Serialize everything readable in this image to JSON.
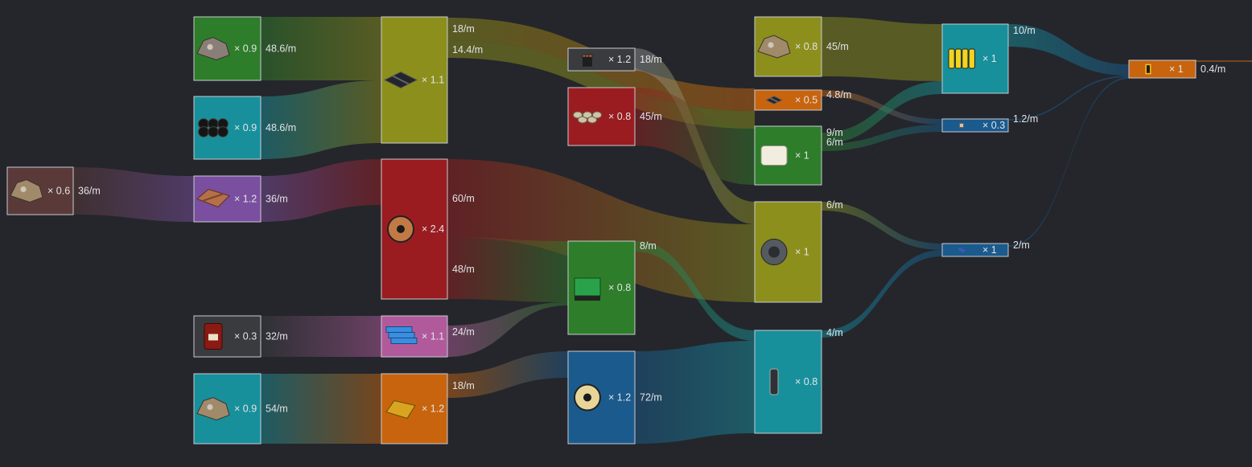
{
  "nodes": [
    {
      "id": "raw-ore-far",
      "multiplier": "× 0.6",
      "rate": "36/m",
      "color": "#5a3a38",
      "icon": "ore-chunk-icon"
    },
    {
      "id": "stone",
      "multiplier": "× 0.9",
      "rate": "48.6/m",
      "color": "#2e7d2a",
      "icon": "stone-icon"
    },
    {
      "id": "coal",
      "multiplier": "× 0.9",
      "rate": "48.6/m",
      "color": "#17909c",
      "icon": "coal-icon"
    },
    {
      "id": "copper-ingot",
      "multiplier": "× 1.2",
      "rate": "36/m",
      "color": "#7a4fa0",
      "icon": "copper-ingot-icon"
    },
    {
      "id": "oil-barrel",
      "multiplier": "× 0.3",
      "rate": "32/m",
      "color": "#3a3b3f",
      "icon": "barrel-icon"
    },
    {
      "id": "gold-ore",
      "multiplier": "× 0.9",
      "rate": "54/m",
      "color": "#17909c",
      "icon": "ore-chunk-icon"
    },
    {
      "id": "steel-beams",
      "multiplier": "× 1.1",
      "rate": "",
      "color": "#8c8f1c",
      "icon": "beam-icon"
    },
    {
      "id": "copper-wire",
      "multiplier": "× 2.4",
      "rate": "",
      "color": "#9a1c20",
      "icon": "wire-spool-icon"
    },
    {
      "id": "plastic",
      "multiplier": "× 1.1",
      "rate": "",
      "color": "#b05a9c",
      "icon": "plastic-icon"
    },
    {
      "id": "gold-bar",
      "multiplier": "× 1.2",
      "rate": "",
      "color": "#c8640e",
      "icon": "gold-bar-icon"
    },
    {
      "id": "pipes",
      "multiplier": "× 1.2",
      "rate": "18/m",
      "color": "#3a3b3f",
      "icon": "pipe-icon"
    },
    {
      "id": "rocks",
      "multiplier": "× 0.8",
      "rate": "45/m",
      "color": "#9a1c20",
      "icon": "rocks-icon"
    },
    {
      "id": "circuit",
      "multiplier": "× 0.8",
      "rate": "",
      "color": "#2e7d2a",
      "icon": "circuit-board-icon"
    },
    {
      "id": "cable",
      "multiplier": "× 1.2",
      "rate": "72/m",
      "color": "#1b5a8c",
      "icon": "cable-spool-icon"
    },
    {
      "id": "green-ore",
      "multiplier": "× 0.8",
      "rate": "45/m",
      "color": "#8c8f1c",
      "icon": "ore-chunk-icon"
    },
    {
      "id": "ingots-dark",
      "multiplier": "× 0.5",
      "rate": "",
      "color": "#c8640e",
      "icon": "beam-icon"
    },
    {
      "id": "silicon",
      "multiplier": "× 1",
      "rate": "",
      "color": "#2e7d2a",
      "icon": "silicon-block-icon"
    },
    {
      "id": "stator",
      "multiplier": "× 1",
      "rate": "",
      "color": "#8c8f1c",
      "icon": "stator-icon"
    },
    {
      "id": "capacitor",
      "multiplier": "× 0.8",
      "rate": "",
      "color": "#17909c",
      "icon": "capacitor-icon"
    },
    {
      "id": "battery-pack",
      "multiplier": "× 1",
      "rate": "",
      "color": "#17909c",
      "icon": "battery-icon"
    },
    {
      "id": "concrete",
      "multiplier": "× 0.3",
      "rate": "",
      "color": "#1b5a8c",
      "icon": "concrete-icon"
    },
    {
      "id": "rod",
      "multiplier": "× 1",
      "rate": "",
      "color": "#1b5a8c",
      "icon": "rod-icon"
    },
    {
      "id": "power-cell",
      "multiplier": "× 1",
      "rate": "0.4/m",
      "color": "#c8640e",
      "icon": "power-cell-icon"
    }
  ],
  "flow_labels": [
    {
      "id": "steel-out-a",
      "text": "18/m"
    },
    {
      "id": "steel-out-b",
      "text": "14.4/m"
    },
    {
      "id": "wire-out-a",
      "text": "60/m"
    },
    {
      "id": "wire-out-b",
      "text": "48/m"
    },
    {
      "id": "plastic-out",
      "text": "24/m"
    },
    {
      "id": "gold-out",
      "text": "18/m"
    },
    {
      "id": "circuit-out",
      "text": "8/m"
    },
    {
      "id": "ingots-out",
      "text": "4.8/m"
    },
    {
      "id": "silicon-out-a",
      "text": "9/m"
    },
    {
      "id": "silicon-out-b",
      "text": "6/m"
    },
    {
      "id": "stator-out",
      "text": "6/m"
    },
    {
      "id": "capacitor-out",
      "text": "4/m"
    },
    {
      "id": "battery-out",
      "text": "10/m"
    },
    {
      "id": "concrete-out",
      "text": "1.2/m"
    },
    {
      "id": "rod-out",
      "text": "2/m"
    }
  ]
}
